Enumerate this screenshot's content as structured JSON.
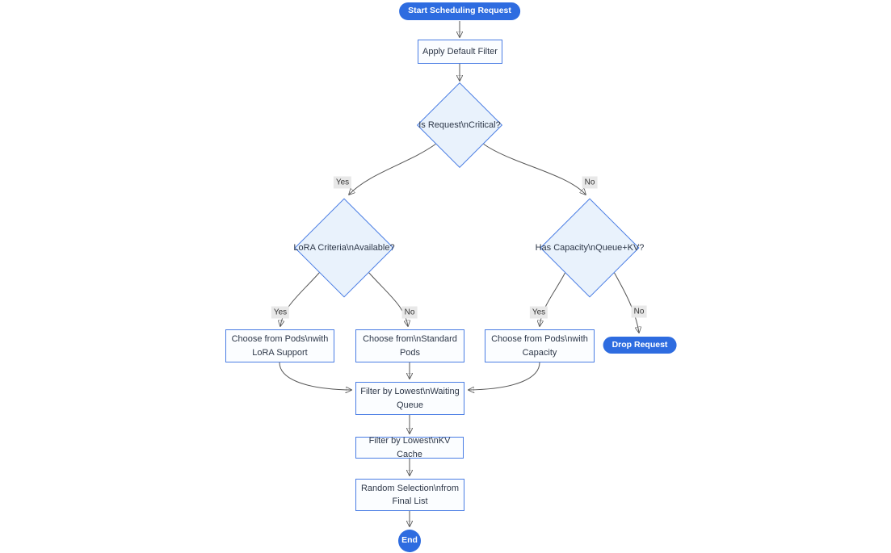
{
  "diagram": {
    "type": "flowchart",
    "nodes": {
      "start": {
        "label": "Start Scheduling Request",
        "shape": "stadium"
      },
      "apply_filter": {
        "label": "Apply Default Filter",
        "shape": "rect"
      },
      "is_critical": {
        "label": "Is Request\\nCritical?",
        "shape": "diamond"
      },
      "lora_criteria": {
        "label": "LoRA Criteria\\nAvailable?",
        "shape": "diamond"
      },
      "has_capacity": {
        "label": "Has Capacity\\nQueue+KV?",
        "shape": "diamond"
      },
      "choose_lora": {
        "label": "Choose from Pods\\nwith LoRA Support",
        "shape": "rect"
      },
      "choose_standard": {
        "label": "Choose from\\nStandard Pods",
        "shape": "rect"
      },
      "choose_capacity": {
        "label": "Choose from Pods\\nwith Capacity",
        "shape": "rect"
      },
      "drop_request": {
        "label": "Drop Request",
        "shape": "stadium"
      },
      "filter_queue": {
        "label": "Filter by Lowest\\nWaiting Queue",
        "shape": "rect"
      },
      "filter_kv": {
        "label": "Filter by Lowest\\nKV Cache",
        "shape": "rect"
      },
      "random_selection": {
        "label": "Random Selection\\nfrom Final List",
        "shape": "rect"
      },
      "end": {
        "label": "End",
        "shape": "circle"
      }
    },
    "edge_labels": {
      "critical_yes": "Yes",
      "critical_no": "No",
      "lora_yes": "Yes",
      "lora_no": "No",
      "capacity_yes": "Yes",
      "capacity_no": "No"
    },
    "colors": {
      "pill_fill": "#2e6ce0",
      "node_border": "#4a7de4",
      "rect_fill": "#fbfdff",
      "diamond_fill": "#e9f2fc",
      "edge_color": "#555555",
      "arrow_color": "#333333",
      "edge_label_bg": "#e8e8e8",
      "text_color": "#2d3748"
    }
  }
}
